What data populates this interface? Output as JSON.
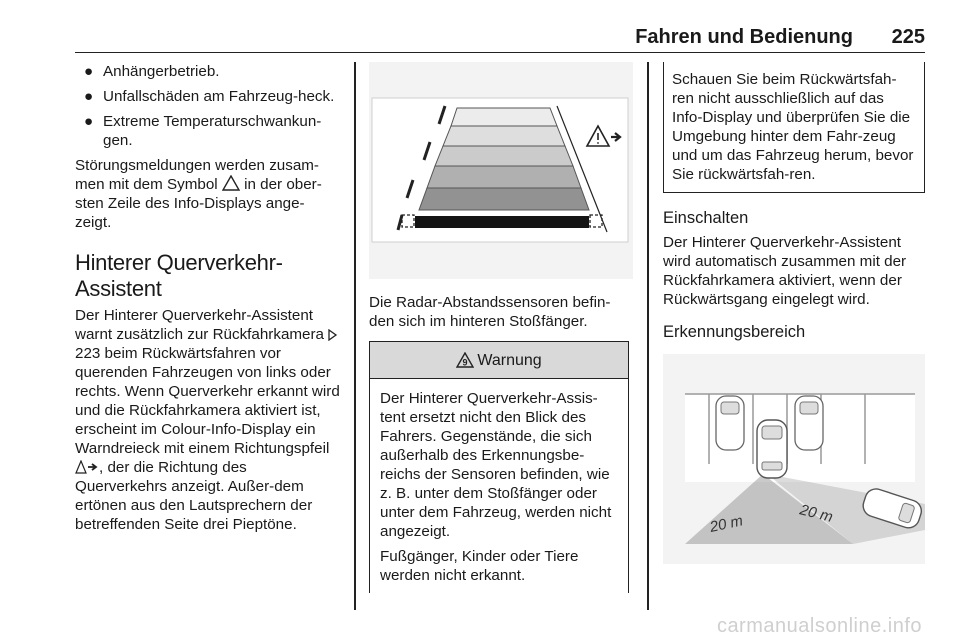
{
  "header": {
    "title": "Fahren und Bedienung",
    "page_number": "225"
  },
  "col1": {
    "bullets": [
      "Anhängerbetrieb.",
      "Unfallschäden am Fahrzeug-heck.",
      "Extreme Temperaturschwankun-gen."
    ],
    "p_error_before": "Störungsmeldungen werden zusam-men mit dem Symbol",
    "p_error_after": "in der ober-sten Zeile des Info-Displays ange-zeigt.",
    "heading": "Hinterer Querverkehr-Assistent",
    "p_main_1": "Der Hinterer Querverkehr-Assistent warnt zusätzlich zur Rückfahrkamera",
    "p_main_ref": "223 beim Rückwärtsfahren vor querenden Fahrzeugen von links oder rechts. Wenn Querverkehr erkannt wird und die Rückfahrkamera aktiviert ist, erscheint im Colour-Info-Display ein Warndreieck mit einem Richtungspfeil",
    "p_main_2": ", der die Richtung des Querverkehrs anzeigt. Außer-dem ertönen aus den Lautsprechern der betreffenden Seite drei Pieptöne."
  },
  "col2": {
    "caption": "Die Radar-Abstandssensoren befin-den sich im hinteren Stoßfänger.",
    "warning_title": "Warnung",
    "warning_p1": "Der Hinterer Querverkehr-Assis-tent ersetzt nicht den Blick des Fahrers. Gegenstände, die sich außerhalb des Erkennungsbe-reichs der Sensoren befinden, wie z. B. unter dem Stoßfänger oder unter dem Fahrzeug, werden nicht angezeigt.",
    "warning_p2": "Fußgänger, Kinder oder Tiere werden nicht erkannt."
  },
  "col3": {
    "note": "Schauen Sie beim Rückwärtsfah-ren nicht ausschließlich auf das Info-Display und überprüfen Sie die Umgebung hinter dem Fahr-zeug und um das Fahrzeug herum, bevor Sie rückwärtsfah-ren.",
    "h_einschalten": "Einschalten",
    "p_einschalten": "Der Hinterer Querverkehr-Assistent wird automatisch zusammen mit der Rückfahrkamera aktiviert, wenn der Rückwärtsgang eingelegt wird.",
    "h_bereich": "Erkennungsbereich",
    "dist_left": "20 m",
    "dist_right": "20 m"
  },
  "watermark": "carmanualsonline.info"
}
